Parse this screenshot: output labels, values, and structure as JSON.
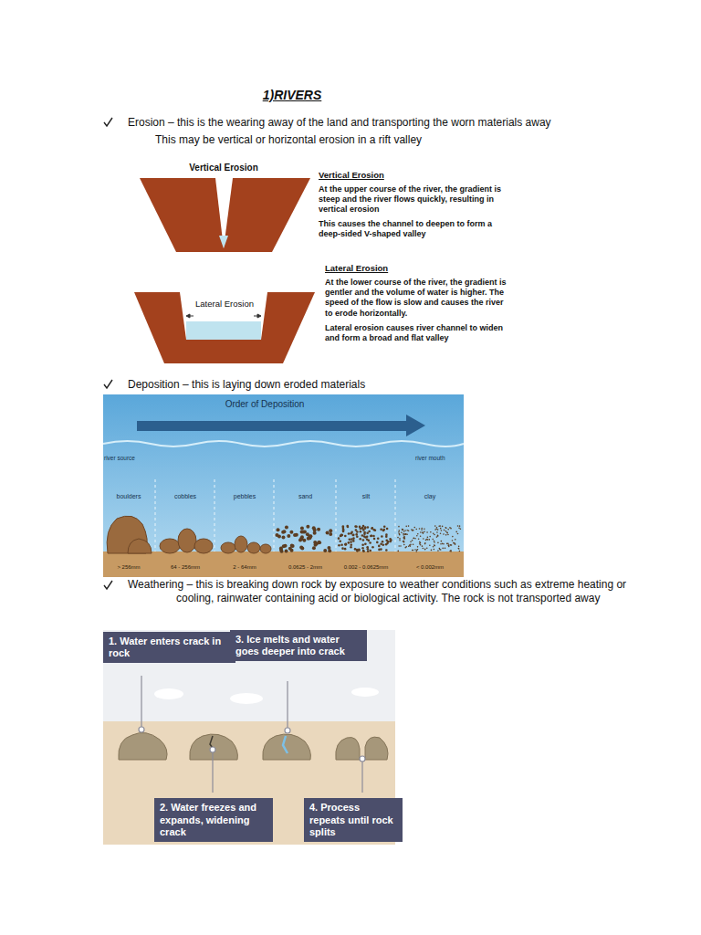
{
  "diagram": {
    "title": "1)RIVERS",
    "nodes": [
      {
        "text": [
          "1. Water enters crack in rock"
        ]
      },
      {
        "text": [
          "3. Ice melts and water goes deeper into crack"
        ]
      },
      {
        "text": [
          "2. Water freezes and expands, widening crack"
        ]
      },
      {
        "text": [
          "4. Process repeats until rock splits"
        ]
      }
    ],
    "labels": [
      "Erosion – this is the wearing away of the land and transporting the worn materials away",
      "This may be vertical or horizontal erosion in a rift valley",
      "Vertical Erosion",
      "Vertical Erosion",
      "At the upper course of the river, the gradient is steep and the river flows quickly, resulting in vertical erosion",
      "This causes the channel to deepen to form a deep-sided V-shaped valley",
      "Lateral Erosion",
      "At the lower course of the river, the gradient is gentler and the volume of water is higher. The speed of the flow is slow and causes the river to erode horizontally.",
      "Lateral erosion causes river channel to widen and form a broad and flat valley",
      "Lateral Erosion",
      "Deposition – this is laying down eroded materials",
      "Order of Deposition",
      "river source",
      "river mouth",
      "boulders",
      "cobbles",
      "pebbles",
      "sand",
      "silt",
      "clay",
      "> 256mm",
      "64 - 256mm",
      "2 - 64mm",
      "0.0625 - 2mm",
      "0.002 - 0.0625mm",
      "< 0.002mm",
      "Weathering – this is breaking down rock by exposure to weather conditions such as extreme heating or cooling, rainwater containing acid or biological activity. The rock is not transported away"
    ]
  }
}
